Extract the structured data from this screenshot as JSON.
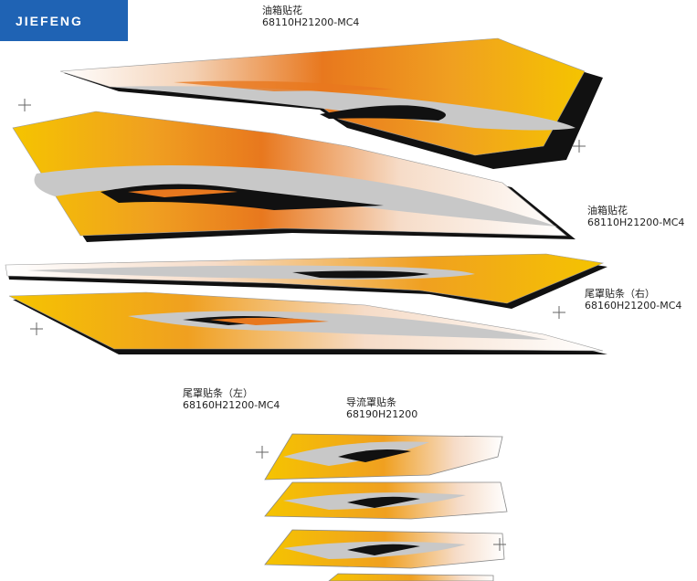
{
  "brand": {
    "logo_text": "JIEFENG"
  },
  "labels": {
    "tank_top": {
      "cn": "油箱贴花",
      "code": "68110H21200-MC4"
    },
    "tank_right": {
      "cn": "油箱贴花",
      "code": "68110H21200-MC4"
    },
    "tail_right": {
      "cn": "尾罩贴条（右）",
      "code": "68160H21200-MC4"
    },
    "tail_left": {
      "cn": "尾罩贴条（左）",
      "code": "68160H21200-MC4"
    },
    "deflector": {
      "cn": "导流罩贴条",
      "code": "68190H21200"
    }
  },
  "colors": {
    "yellow": "#f5c400",
    "orange": "#e8781e",
    "gray": "#c8c8c8",
    "black": "#111111",
    "logo_blue": "#1f63b4"
  }
}
